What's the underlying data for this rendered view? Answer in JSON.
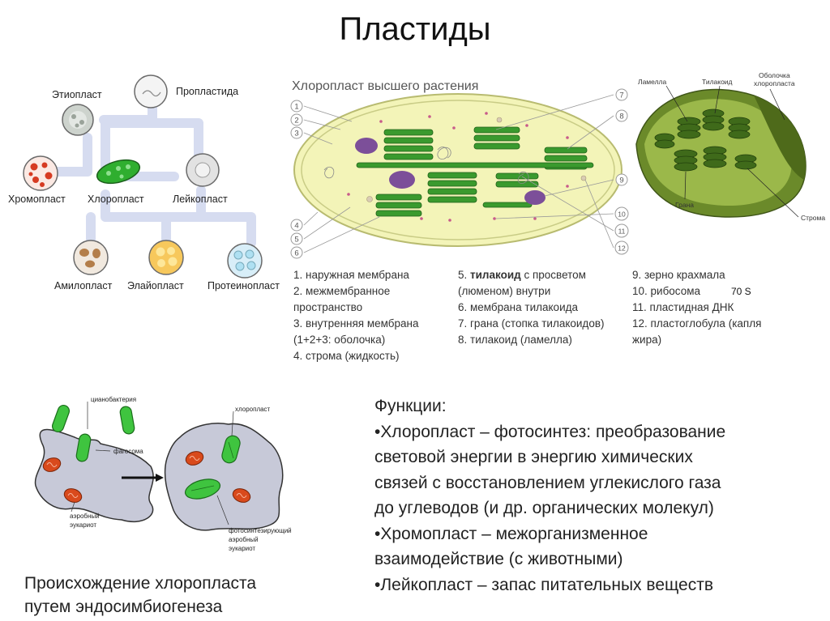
{
  "title": "Пластиды",
  "plastids": {
    "etioplast": "Этиопласт",
    "proplastid": "Пропластида",
    "chromoplast": "Хромопласт",
    "chloroplast": "Хлоропласт",
    "leucoplast": "Лейкопласт",
    "amyloplast": "Амилопласт",
    "elaioplast": "Элайопласт",
    "proteinoplast": "Протеинопласт"
  },
  "chloroplast_diagram": {
    "title": "Хлоропласт высшего растения",
    "numbers_left": [
      "1",
      "2",
      "3",
      "4",
      "5",
      "6"
    ],
    "numbers_right": [
      "7",
      "8",
      "9",
      "10",
      "11",
      "12"
    ],
    "legend_col1": [
      "1. наружная мембрана",
      "2. межмембранное",
      "пространство",
      "3. внутренняя мембрана",
      "(1+2+3: оболочка)",
      "4. строма (жидкость)"
    ],
    "legend_col2_first_bold": "тилакоид",
    "legend_col2_first_pre": "5. ",
    "legend_col2_first_post": " с просветом",
    "legend_col2": [
      "(люменом) внутри",
      "6. мембрана тилакоида",
      "7. грана (стопка тилакоидов)",
      "8. тилакоид (ламелла)"
    ],
    "legend_col3": [
      "9. зерно крахмала",
      "10. рибосома",
      "11. пластидная ДНК",
      "12. пластоглобула (капля",
      "жира)"
    ],
    "ribosome_note": "70 S"
  },
  "chloroplast_3d": {
    "lamella": "Ламелла",
    "thylakoid": "Тилакоид",
    "envelope_line1": "Оболочка",
    "envelope_line2": "хлоропласта",
    "grana": "Грана",
    "stroma": "Строма"
  },
  "endosymbiosis": {
    "cyanobacterium": "цианобактерия",
    "phagosome": "фагосома",
    "aerobic_line1": "аэробный",
    "aerobic_line2": "эукариот",
    "chloroplast": "хлоропласт",
    "photo_line1": "фотосинтезирующий",
    "photo_line2": "аэробный",
    "photo_line3": "эукариот"
  },
  "functions": [
    "Функции:",
    "•Хлоропласт – фотосинтез: преобразование",
    "световой энергии в энергию химических",
    "связей с восстановлением углекислого газа",
    "до углеводов (и др. органических молекул)",
    "•Хромопласт – межорганизменное",
    "взаимодействие (с животными)",
    "•Лейкопласт – запас питательных веществ"
  ],
  "origin": [
    "Происхождение хлоропласта",
    "путем эндосимбиогенеза"
  ],
  "colors": {
    "connector": "#d6dcf0",
    "stroma": "#f3f4b8",
    "thylakoid": "#3a9a2e",
    "starch": "#7c4f99",
    "cell": "#c7c9d8",
    "bacteria": "#3fc43f",
    "mitochondrion": "#d94a1c"
  }
}
